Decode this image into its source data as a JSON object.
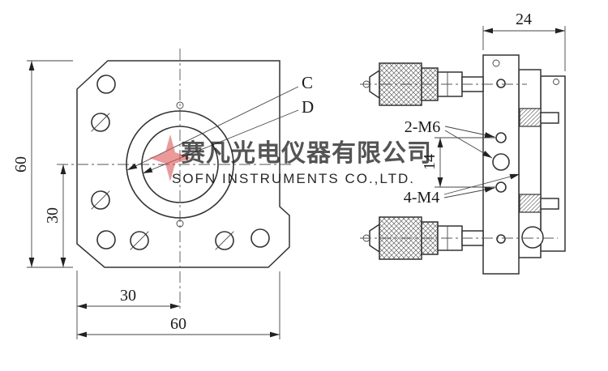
{
  "drawing": {
    "front_view": {
      "height_label": "60",
      "half_height_label": "30",
      "half_width_label": "30",
      "width_label": "60",
      "outer_circle_label": "C",
      "inner_circle_label": "D"
    },
    "side_view": {
      "depth_label": "24",
      "hole_spacing_label": "14",
      "thread_label_m6": "2-M6",
      "thread_label_m4": "4-M4"
    },
    "watermark": {
      "company_cn": "赛凡光电仪器有限公司",
      "company_en": "SOFN INSTRUMENTS CO.,LTD.",
      "cn_color": "#e36c6c",
      "en_color": "#c2c2c2",
      "logo_color": "#e05555"
    }
  }
}
